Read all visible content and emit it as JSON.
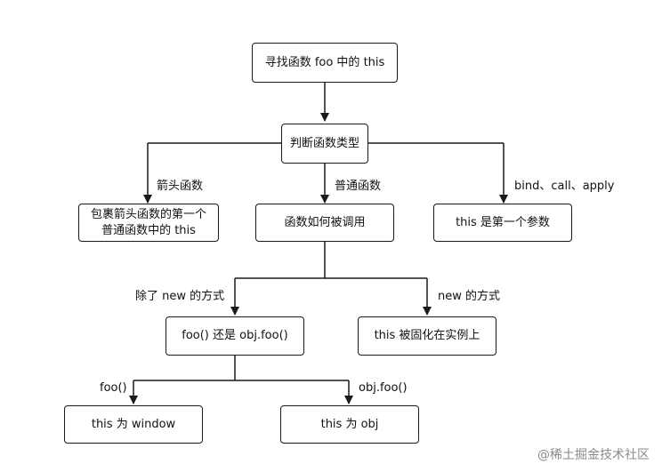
{
  "nodes": {
    "root": "寻找函数 foo 中的 this",
    "judge": "判断函数类型",
    "arrow_fn_line1": "包裹箭头函数的第一个",
    "arrow_fn_line2": "普通函数中的 this",
    "how_called": "函数如何被调用",
    "bind": "this 是第一个参数",
    "call_form": "foo() 还是 obj.foo()",
    "new_fixed": "this 被固化在实例上",
    "window": "this 为 window",
    "obj": "this 为 obj"
  },
  "edge_labels": {
    "arrow_fn": "箭头函数",
    "normal_fn": "普通函数",
    "bind_call_apply": "bind、call、apply",
    "not_new": "除了 new 的方式",
    "new": "new 的方式",
    "foo_call": "foo()",
    "obj_call": "obj.foo()"
  },
  "watermark": "@稀土掘金技术社区"
}
